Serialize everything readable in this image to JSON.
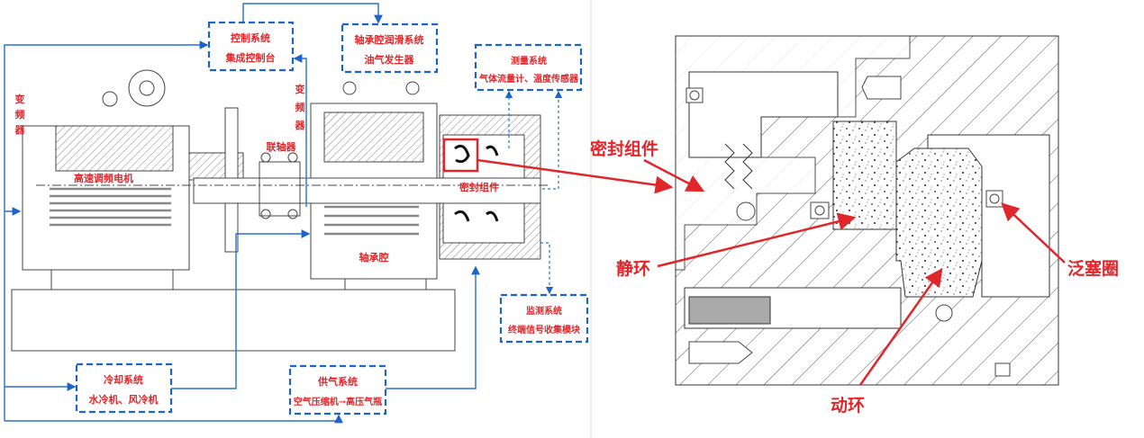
{
  "left_diagram": {
    "control_system": {
      "title": "控制系统",
      "subtitle": "集成控制台"
    },
    "lubrication_system": {
      "title": "轴承腔润滑系统",
      "subtitle": "油气发生器"
    },
    "measurement_system": {
      "title": "测量系统",
      "subtitle": "气体流量计、温度传感器"
    },
    "monitoring_system": {
      "title": "监测系统",
      "subtitle": "终端信号收集模块"
    },
    "cooling_system": {
      "title": "冷却系统",
      "subtitle": "水冷机、风冷机"
    },
    "gas_supply_system": {
      "title": "供气系统",
      "subtitle": "空气压缩机→高压气瓶"
    },
    "inverter_left": [
      "变",
      "频",
      "器"
    ],
    "inverter_right": [
      "变",
      "频",
      "器"
    ],
    "motor_label": "高速调频电机",
    "coupling_label": "联轴器",
    "seal_label": "密封组件",
    "bearing_cavity_label": "轴承腔"
  },
  "right_diagram": {
    "seal_assembly": "密封组件",
    "static_ring": "静环",
    "spring_energized_seal": "泛塞圈",
    "rotating_ring": "动环"
  },
  "colors": {
    "label": "#e0262a",
    "flow": "#1d63c9",
    "line": "#444444"
  }
}
